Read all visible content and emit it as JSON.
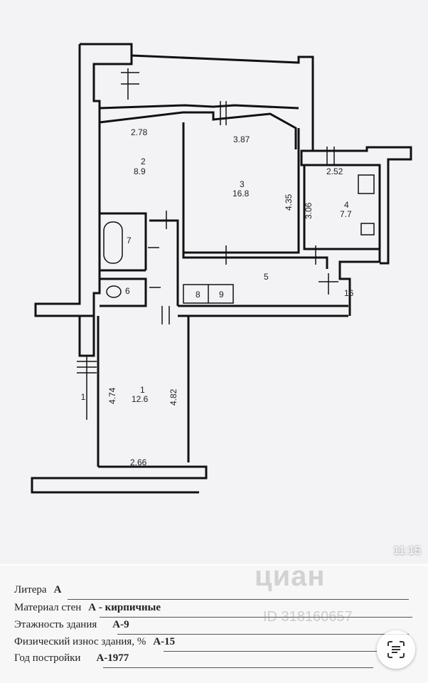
{
  "plan": {
    "rooms": [
      {
        "number": "1",
        "area": "12.6"
      },
      {
        "number": "2",
        "area": "8.9"
      },
      {
        "number": "3",
        "area": "16.8"
      },
      {
        "number": "4",
        "area": "7.7"
      },
      {
        "number": "5"
      },
      {
        "number": "6"
      },
      {
        "number": "7"
      },
      {
        "number": "8"
      },
      {
        "number": "9"
      },
      {
        "number": "16"
      }
    ],
    "dimensions": [
      "2.78",
      "3.87",
      "2.52",
      "4.35",
      "3.06",
      "4.74",
      "4.82",
      "2.66"
    ]
  },
  "status": {
    "time": "11:15"
  },
  "document": {
    "rows": [
      {
        "label": "Литера",
        "value": "А"
      },
      {
        "label": "Материал стен",
        "value": "А - кирпичные"
      },
      {
        "label": "Этажность здания",
        "value": "А-9"
      },
      {
        "label": "Физический износ здания, %",
        "value": "А-15"
      },
      {
        "label": "Год постройки",
        "value": "А-1977"
      }
    ]
  },
  "watermark": {
    "logo": "циан",
    "id": "ID 318160657"
  },
  "icons": {
    "scan": "scan-text-icon",
    "wall_color": "#111111",
    "paper_color": "#f3f3f5"
  }
}
